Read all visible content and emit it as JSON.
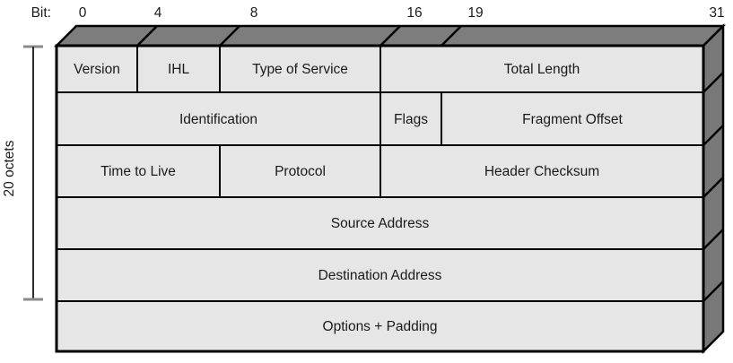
{
  "colors": {
    "cell_fill": "#e6e6e6",
    "face_top": "#7d7d7d",
    "face_side": "#787878",
    "outline": "#000000",
    "text": "#1a1a1a",
    "bracket_line": "#2e2e2e",
    "bracket_tick": "#8a8a8a"
  },
  "header": {
    "caption": "Bit:",
    "ticks": [
      "0",
      "4",
      "8",
      "16",
      "19",
      "31"
    ]
  },
  "side": {
    "bracket_label": "20 octets"
  },
  "rows": [
    {
      "cells": [
        {
          "label": "Version"
        },
        {
          "label": "IHL"
        },
        {
          "label": "Type of Service"
        },
        {
          "label": "Total Length"
        }
      ]
    },
    {
      "cells": [
        {
          "label": "Identification"
        },
        {
          "label": "Flags"
        },
        {
          "label": "Fragment Offset"
        }
      ]
    },
    {
      "cells": [
        {
          "label": "Time to Live"
        },
        {
          "label": "Protocol"
        },
        {
          "label": "Header Checksum"
        }
      ]
    },
    {
      "cells": [
        {
          "label": "Source Address"
        }
      ]
    },
    {
      "cells": [
        {
          "label": "Destination Address"
        }
      ]
    },
    {
      "cells": [
        {
          "label": "Options + Padding"
        }
      ]
    }
  ]
}
